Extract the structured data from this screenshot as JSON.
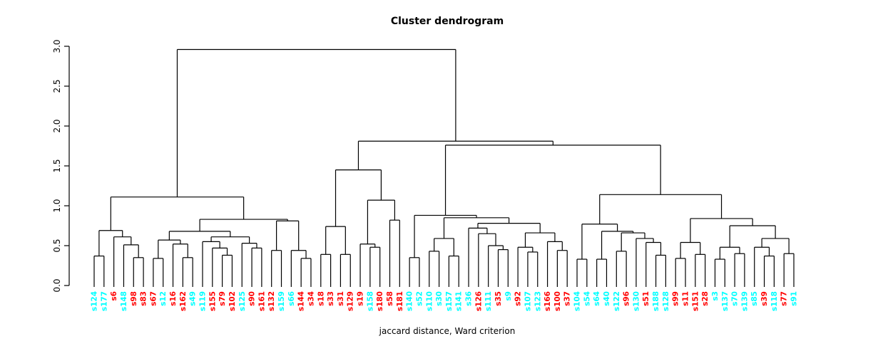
{
  "title": "Cluster dendrogram",
  "xlabel": "jaccard distance, Ward criterion",
  "colors": {
    "cluster_cyan": "#00FFFF",
    "cluster_red": "#FF0000",
    "line": "#000000",
    "background": "#FFFFFF"
  },
  "chart_data": {
    "type": "dendrogram",
    "title": "Cluster dendrogram",
    "xlabel": "jaccard distance, Ward criterion",
    "yaxis": {
      "ticks": [
        "0.0",
        "0.5",
        "1.0",
        "1.5",
        "2.0",
        "2.5",
        "3.0"
      ],
      "min": 0,
      "max": 3,
      "grid": false
    },
    "legend": "none",
    "leaves": [
      {
        "label": "s124",
        "color": "#00FFFF"
      },
      {
        "label": "s177",
        "color": "#00FFFF"
      },
      {
        "label": "s6",
        "color": "#FF0000"
      },
      {
        "label": "s148",
        "color": "#00FFFF"
      },
      {
        "label": "s98",
        "color": "#FF0000"
      },
      {
        "label": "s83",
        "color": "#FF0000"
      },
      {
        "label": "s67",
        "color": "#FF0000"
      },
      {
        "label": "s12",
        "color": "#00FFFF"
      },
      {
        "label": "s16",
        "color": "#FF0000"
      },
      {
        "label": "s162",
        "color": "#FF0000"
      },
      {
        "label": "s49",
        "color": "#00FFFF"
      },
      {
        "label": "s119",
        "color": "#00FFFF"
      },
      {
        "label": "s155",
        "color": "#FF0000"
      },
      {
        "label": "s79",
        "color": "#FF0000"
      },
      {
        "label": "s102",
        "color": "#FF0000"
      },
      {
        "label": "s125",
        "color": "#00FFFF"
      },
      {
        "label": "s90",
        "color": "#FF0000"
      },
      {
        "label": "s161",
        "color": "#FF0000"
      },
      {
        "label": "s132",
        "color": "#FF0000"
      },
      {
        "label": "s159",
        "color": "#00FFFF"
      },
      {
        "label": "s66",
        "color": "#00FFFF"
      },
      {
        "label": "s144",
        "color": "#FF0000"
      },
      {
        "label": "s34",
        "color": "#FF0000"
      },
      {
        "label": "s18",
        "color": "#FF0000"
      },
      {
        "label": "s33",
        "color": "#FF0000"
      },
      {
        "label": "s31",
        "color": "#FF0000"
      },
      {
        "label": "s129",
        "color": "#FF0000"
      },
      {
        "label": "s19",
        "color": "#FF0000"
      },
      {
        "label": "s158",
        "color": "#00FFFF"
      },
      {
        "label": "s180",
        "color": "#FF0000"
      },
      {
        "label": "s58",
        "color": "#FF0000"
      },
      {
        "label": "s181",
        "color": "#FF0000"
      },
      {
        "label": "s140",
        "color": "#00FFFF"
      },
      {
        "label": "s52",
        "color": "#00FFFF"
      },
      {
        "label": "s110",
        "color": "#00FFFF"
      },
      {
        "label": "s30",
        "color": "#00FFFF"
      },
      {
        "label": "s157",
        "color": "#00FFFF"
      },
      {
        "label": "s141",
        "color": "#00FFFF"
      },
      {
        "label": "s36",
        "color": "#00FFFF"
      },
      {
        "label": "s126",
        "color": "#FF0000"
      },
      {
        "label": "s111",
        "color": "#00FFFF"
      },
      {
        "label": "s35",
        "color": "#FF0000"
      },
      {
        "label": "s9",
        "color": "#00FFFF"
      },
      {
        "label": "s92",
        "color": "#FF0000"
      },
      {
        "label": "s107",
        "color": "#00FFFF"
      },
      {
        "label": "s123",
        "color": "#00FFFF"
      },
      {
        "label": "s166",
        "color": "#FF0000"
      },
      {
        "label": "s100",
        "color": "#FF0000"
      },
      {
        "label": "s37",
        "color": "#FF0000"
      },
      {
        "label": "s104",
        "color": "#00FFFF"
      },
      {
        "label": "s54",
        "color": "#00FFFF"
      },
      {
        "label": "s64",
        "color": "#00FFFF"
      },
      {
        "label": "s40",
        "color": "#00FFFF"
      },
      {
        "label": "s122",
        "color": "#00FFFF"
      },
      {
        "label": "s96",
        "color": "#FF0000"
      },
      {
        "label": "s130",
        "color": "#00FFFF"
      },
      {
        "label": "s51",
        "color": "#FF0000"
      },
      {
        "label": "s188",
        "color": "#00FFFF"
      },
      {
        "label": "s128",
        "color": "#00FFFF"
      },
      {
        "label": "s99",
        "color": "#FF0000"
      },
      {
        "label": "s11",
        "color": "#FF0000"
      },
      {
        "label": "s151",
        "color": "#FF0000"
      },
      {
        "label": "s28",
        "color": "#FF0000"
      },
      {
        "label": "s3",
        "color": "#00FFFF"
      },
      {
        "label": "s137",
        "color": "#00FFFF"
      },
      {
        "label": "s70",
        "color": "#00FFFF"
      },
      {
        "label": "s139",
        "color": "#00FFFF"
      },
      {
        "label": "s85",
        "color": "#00FFFF"
      },
      {
        "label": "s39",
        "color": "#FF0000"
      },
      {
        "label": "s118",
        "color": "#00FFFF"
      },
      {
        "label": "s77",
        "color": "#FF0000"
      },
      {
        "label": "s91",
        "color": "#00FFFF"
      }
    ],
    "tree": {
      "h": 2.96,
      "c": [
        {
          "h": 1.11,
          "c": [
            {
              "h": 0.69,
              "c": [
                {
                  "h": 0.37,
                  "c": [
                    "s124",
                    "s177"
                  ]
                },
                {
                  "h": 0.61,
                  "c": [
                    "s6",
                    {
                      "h": 0.51,
                      "c": [
                        "s148",
                        {
                          "h": 0.35,
                          "c": [
                            "s98",
                            "s83"
                          ]
                        }
                      ]
                    }
                  ]
                }
              ]
            },
            {
              "h": 0.83,
              "c": [
                {
                  "h": 0.68,
                  "c": [
                    {
                      "h": 0.57,
                      "c": [
                        {
                          "h": 0.34,
                          "c": [
                            "s67",
                            "s12"
                          ]
                        },
                        {
                          "h": 0.52,
                          "c": [
                            "s16",
                            {
                              "h": 0.35,
                              "c": [
                                "s162",
                                "s49"
                              ]
                            }
                          ]
                        }
                      ]
                    },
                    {
                      "h": 0.61,
                      "c": [
                        {
                          "h": 0.55,
                          "c": [
                            "s119",
                            {
                              "h": 0.47,
                              "c": [
                                "s155",
                                {
                                  "h": 0.38,
                                  "c": [
                                    "s79",
                                    "s102"
                                  ]
                                }
                              ]
                            }
                          ]
                        },
                        {
                          "h": 0.53,
                          "c": [
                            "s125",
                            {
                              "h": 0.47,
                              "c": [
                                "s90",
                                "s161"
                              ]
                            }
                          ]
                        }
                      ]
                    }
                  ]
                },
                {
                  "h": 0.81,
                  "c": [
                    {
                      "h": 0.44,
                      "c": [
                        "s132",
                        "s159"
                      ]
                    },
                    {
                      "h": 0.44,
                      "c": [
                        "s66",
                        {
                          "h": 0.34,
                          "c": [
                            "s144",
                            "s34"
                          ]
                        }
                      ]
                    }
                  ]
                }
              ]
            }
          ]
        },
        {
          "h": 1.81,
          "c": [
            {
              "h": 1.45,
              "c": [
                {
                  "h": 0.74,
                  "c": [
                    {
                      "h": 0.39,
                      "c": [
                        "s18",
                        "s33"
                      ]
                    },
                    {
                      "h": 0.39,
                      "c": [
                        "s31",
                        "s129"
                      ]
                    }
                  ]
                },
                {
                  "h": 1.07,
                  "c": [
                    {
                      "h": 0.52,
                      "c": [
                        "s19",
                        {
                          "h": 0.48,
                          "c": [
                            "s158",
                            "s180"
                          ]
                        }
                      ]
                    },
                    {
                      "h": 0.82,
                      "c": [
                        "s58",
                        "s181"
                      ]
                    }
                  ]
                }
              ]
            },
            {
              "h": 1.76,
              "c": [
                {
                  "h": 0.88,
                  "c": [
                    {
                      "h": 0.35,
                      "c": [
                        "s140",
                        "s52"
                      ]
                    },
                    {
                      "h": 0.85,
                      "c": [
                        {
                          "h": 0.59,
                          "c": [
                            {
                              "h": 0.43,
                              "c": [
                                "s110",
                                "s30"
                              ]
                            },
                            {
                              "h": 0.37,
                              "c": [
                                "s157",
                                "s141"
                              ]
                            }
                          ]
                        },
                        {
                          "h": 0.78,
                          "c": [
                            {
                              "h": 0.72,
                              "c": [
                                "s36",
                                {
                                  "h": 0.65,
                                  "c": [
                                    "s126",
                                    {
                                      "h": 0.5,
                                      "c": [
                                        "s111",
                                        {
                                          "h": 0.45,
                                          "c": [
                                            "s35",
                                            "s9"
                                          ]
                                        }
                                      ]
                                    }
                                  ]
                                }
                              ]
                            },
                            {
                              "h": 0.66,
                              "c": [
                                {
                                  "h": 0.48,
                                  "c": [
                                    "s92",
                                    {
                                      "h": 0.42,
                                      "c": [
                                        "s107",
                                        "s123"
                                      ]
                                    }
                                  ]
                                },
                                {
                                  "h": 0.55,
                                  "c": [
                                    "s166",
                                    {
                                      "h": 0.44,
                                      "c": [
                                        "s100",
                                        "s37"
                                      ]
                                    }
                                  ]
                                }
                              ]
                            }
                          ]
                        }
                      ]
                    }
                  ]
                },
                {
                  "h": 1.14,
                  "c": [
                    {
                      "h": 0.77,
                      "c": [
                        {
                          "h": 0.33,
                          "c": [
                            "s104",
                            "s54"
                          ]
                        },
                        {
                          "h": 0.68,
                          "c": [
                            {
                              "h": 0.33,
                              "c": [
                                "s64",
                                "s40"
                              ]
                            },
                            {
                              "h": 0.66,
                              "c": [
                                {
                                  "h": 0.43,
                                  "c": [
                                    "s122",
                                    "s96"
                                  ]
                                },
                                {
                                  "h": 0.59,
                                  "c": [
                                    "s130",
                                    {
                                      "h": 0.54,
                                      "c": [
                                        "s51",
                                        {
                                          "h": 0.38,
                                          "c": [
                                            "s188",
                                            "s128"
                                          ]
                                        }
                                      ]
                                    }
                                  ]
                                }
                              ]
                            }
                          ]
                        }
                      ]
                    },
                    {
                      "h": 0.84,
                      "c": [
                        {
                          "h": 0.54,
                          "c": [
                            {
                              "h": 0.34,
                              "c": [
                                "s99",
                                "s11"
                              ]
                            },
                            {
                              "h": 0.39,
                              "c": [
                                "s151",
                                "s28"
                              ]
                            }
                          ]
                        },
                        {
                          "h": 0.75,
                          "c": [
                            {
                              "h": 0.48,
                              "c": [
                                {
                                  "h": 0.33,
                                  "c": [
                                    "s3",
                                    "s137"
                                  ]
                                },
                                {
                                  "h": 0.4,
                                  "c": [
                                    "s70",
                                    "s139"
                                  ]
                                }
                              ]
                            },
                            {
                              "h": 0.59,
                              "c": [
                                {
                                  "h": 0.48,
                                  "c": [
                                    "s85",
                                    {
                                      "h": 0.37,
                                      "c": [
                                        "s39",
                                        "s118"
                                      ]
                                    }
                                  ]
                                },
                                {
                                  "h": 0.4,
                                  "c": [
                                    "s77",
                                    "s91"
                                  ]
                                }
                              ]
                            }
                          ]
                        }
                      ]
                    }
                  ]
                }
              ]
            }
          ]
        }
      ]
    }
  }
}
